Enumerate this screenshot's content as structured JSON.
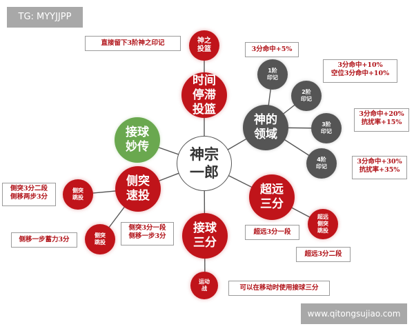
{
  "watermarks": {
    "top_left": "TG: MYYJJPP",
    "bottom_right": "www.qitongsujiao.com"
  },
  "diagram": {
    "center": {
      "label": "神宗\n一郎"
    },
    "nodes": {
      "time_stop": {
        "label": "时间\n停滞\n投篮",
        "color": "#c0141a"
      },
      "god_shot": {
        "label": "神之\n投篮",
        "color": "#c0141a"
      },
      "catch_pass": {
        "label": "接球\n妙传",
        "color": "#6aa84f"
      },
      "side_quick": {
        "label": "侧突\n速投",
        "color": "#c0141a"
      },
      "side_jump_left": {
        "label": "侧突\n跳投",
        "color": "#c0141a"
      },
      "side_jump_lower": {
        "label": "侧突\n跳投",
        "color": "#c0141a"
      },
      "catch_three": {
        "label": "接球\n三分",
        "color": "#c0141a"
      },
      "motion": {
        "label": "运动\n战",
        "color": "#c0141a"
      },
      "deep_three": {
        "label": "超远\n三分",
        "color": "#c0141a"
      },
      "deep_side_jump": {
        "label": "超远\n侧突\n跳投",
        "color": "#c0141a"
      },
      "god_domain": {
        "label": "神的\n领域",
        "color": "#555555"
      },
      "mark1": {
        "label": "1阶\n印记",
        "color": "#555555"
      },
      "mark2": {
        "label": "2阶\n印记",
        "color": "#555555"
      },
      "mark3": {
        "label": "3阶\n印记",
        "color": "#555555"
      },
      "mark4": {
        "label": "4阶\n印记",
        "color": "#555555"
      }
    },
    "labels": {
      "god_shot_desc": "直接留下3阶神之印记",
      "mark1_desc": "3分命中+5%",
      "mark2_desc": "3分命中+10%\n空位3分命中+10%",
      "mark3_desc": "3分命中+20%\n抗扰率+15%",
      "mark4_desc": "3分命中+30%\n抗扰率+35%",
      "side_jump_left_desc": "侧突3分二段\n侧移两步3分",
      "side_jump_lower_desc": "侧移一步蓄力3分",
      "side_quick_desc": "侧突3分一段\n侧移一步3分",
      "deep_three_desc": "超远3分一段",
      "deep_side_jump_desc": "超远3分二段",
      "motion_desc": "可以在移动时使用接球三分"
    }
  }
}
